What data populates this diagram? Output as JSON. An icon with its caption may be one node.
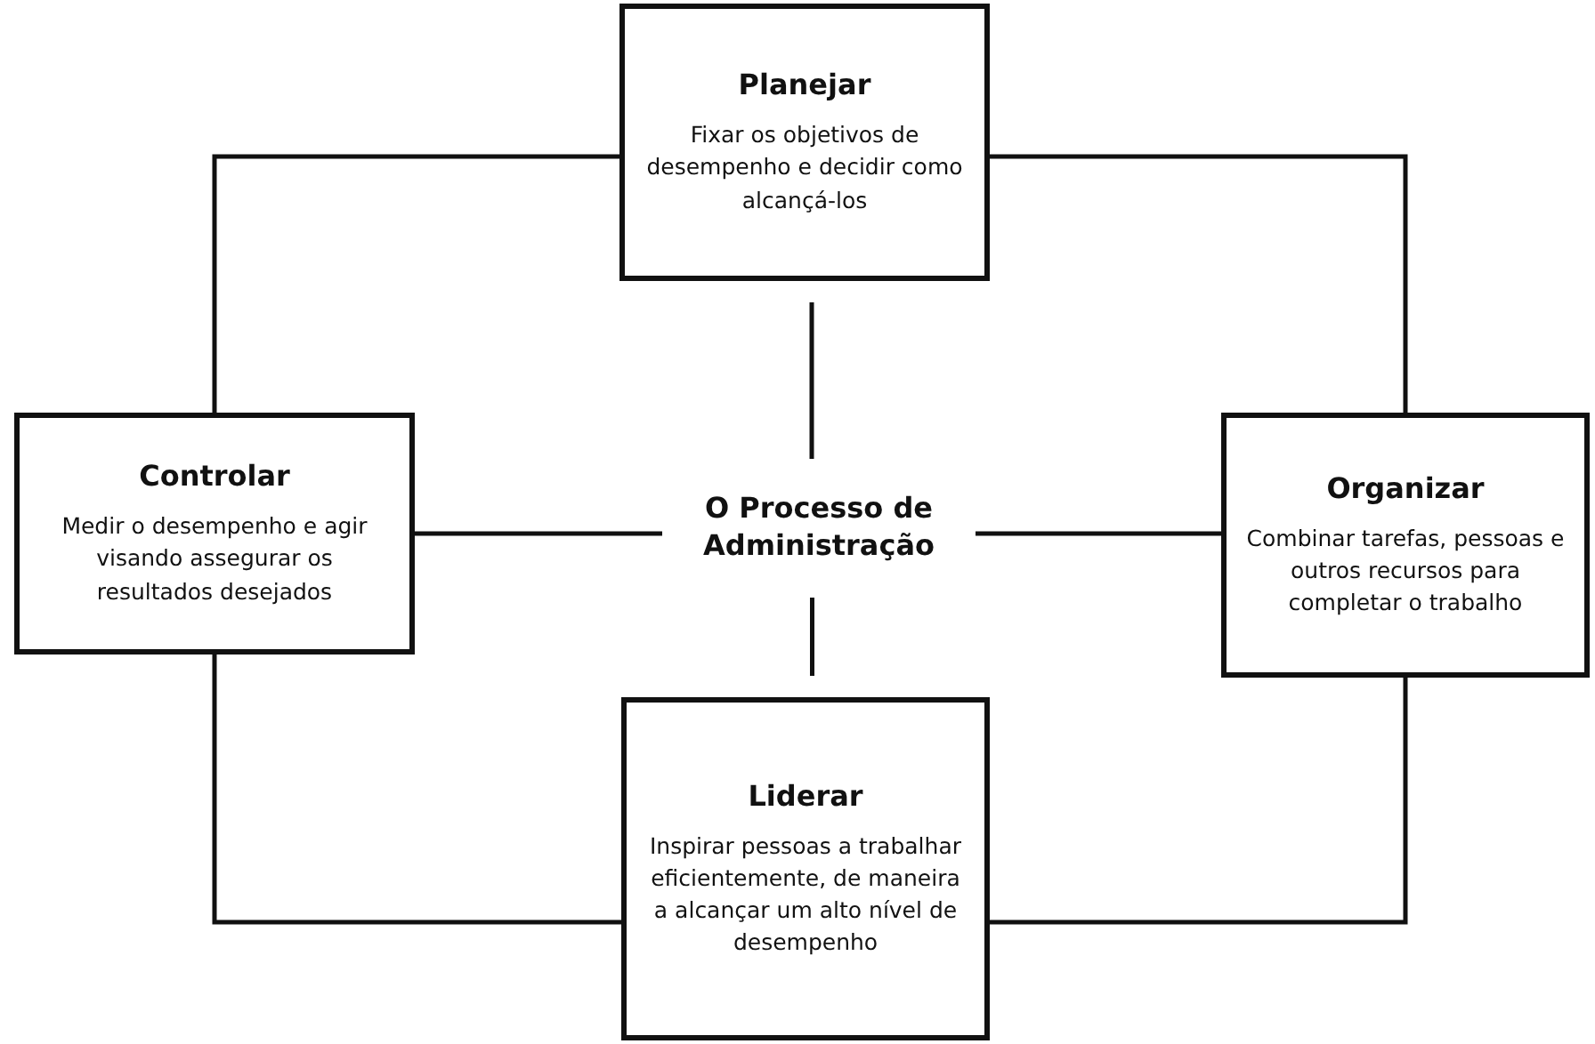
{
  "diagram": {
    "nodes": [
      {
        "text": [
          "Planejar",
          "Fixar os objetivos de desempenho e decidir como alcançá-los"
        ]
      },
      {
        "text": [
          "Controlar",
          "Medir o desempenho e agir visando assegurar os resultados desejados"
        ]
      },
      {
        "text": [
          "O Processo de Administração"
        ]
      },
      {
        "text": [
          "Organizar",
          "Combinar tarefas, pessoas e outros recursos para completar o trabalho"
        ]
      },
      {
        "text": [
          "Liderar",
          "Inspirar pessoas a trabalhar eficientemente, de maneira a alcançar um alto nível de desempenho"
        ]
      }
    ],
    "edges": [
      {
        "from": 0,
        "to": 1,
        "arrow": "none"
      },
      {
        "from": 0,
        "to": 3,
        "arrow": "none"
      },
      {
        "from": 1,
        "to": 4,
        "arrow": "none"
      },
      {
        "from": 3,
        "to": 4,
        "arrow": "none"
      },
      {
        "from": 0,
        "to": 2,
        "arrow": "none"
      },
      {
        "from": 1,
        "to": 2,
        "arrow": "none"
      },
      {
        "from": 2,
        "to": 3,
        "arrow": "none"
      },
      {
        "from": 2,
        "to": 4,
        "arrow": "none"
      }
    ]
  }
}
